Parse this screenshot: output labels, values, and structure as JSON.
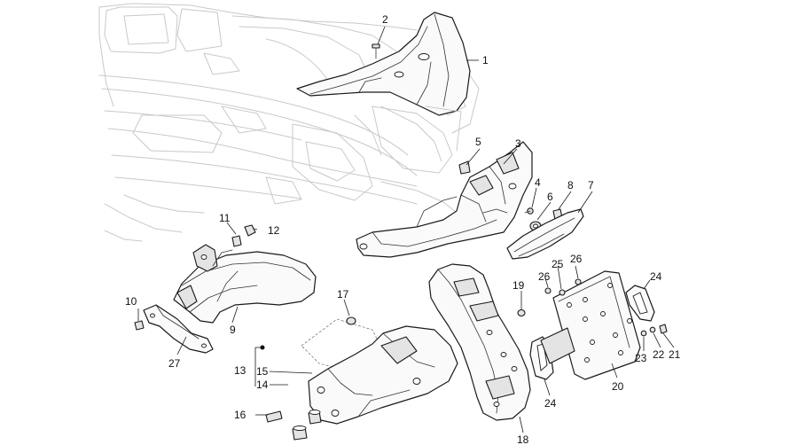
{
  "diagram": {
    "callouts": [
      {
        "id": "c1",
        "label": "1"
      },
      {
        "id": "c2",
        "label": "2"
      },
      {
        "id": "c3",
        "label": "3"
      },
      {
        "id": "c4",
        "label": "4"
      },
      {
        "id": "c5",
        "label": "5"
      },
      {
        "id": "c6",
        "label": "6"
      },
      {
        "id": "c7",
        "label": "7"
      },
      {
        "id": "c8",
        "label": "8"
      },
      {
        "id": "c9",
        "label": "9"
      },
      {
        "id": "c10",
        "label": "10"
      },
      {
        "id": "c11",
        "label": "11"
      },
      {
        "id": "c12",
        "label": "12"
      },
      {
        "id": "c13",
        "label": "13"
      },
      {
        "id": "c14",
        "label": "14"
      },
      {
        "id": "c15",
        "label": "15"
      },
      {
        "id": "c16",
        "label": "16"
      },
      {
        "id": "c17",
        "label": "17"
      },
      {
        "id": "c18",
        "label": "18"
      },
      {
        "id": "c19",
        "label": "19"
      },
      {
        "id": "c20",
        "label": "20"
      },
      {
        "id": "c21",
        "label": "21"
      },
      {
        "id": "c22",
        "label": "22"
      },
      {
        "id": "c23",
        "label": "23"
      },
      {
        "id": "c24a",
        "label": "24"
      },
      {
        "id": "c24b",
        "label": "24"
      },
      {
        "id": "c25",
        "label": "25"
      },
      {
        "id": "c26a",
        "label": "26"
      },
      {
        "id": "c26b",
        "label": "26"
      },
      {
        "id": "c27",
        "label": "27"
      }
    ]
  }
}
